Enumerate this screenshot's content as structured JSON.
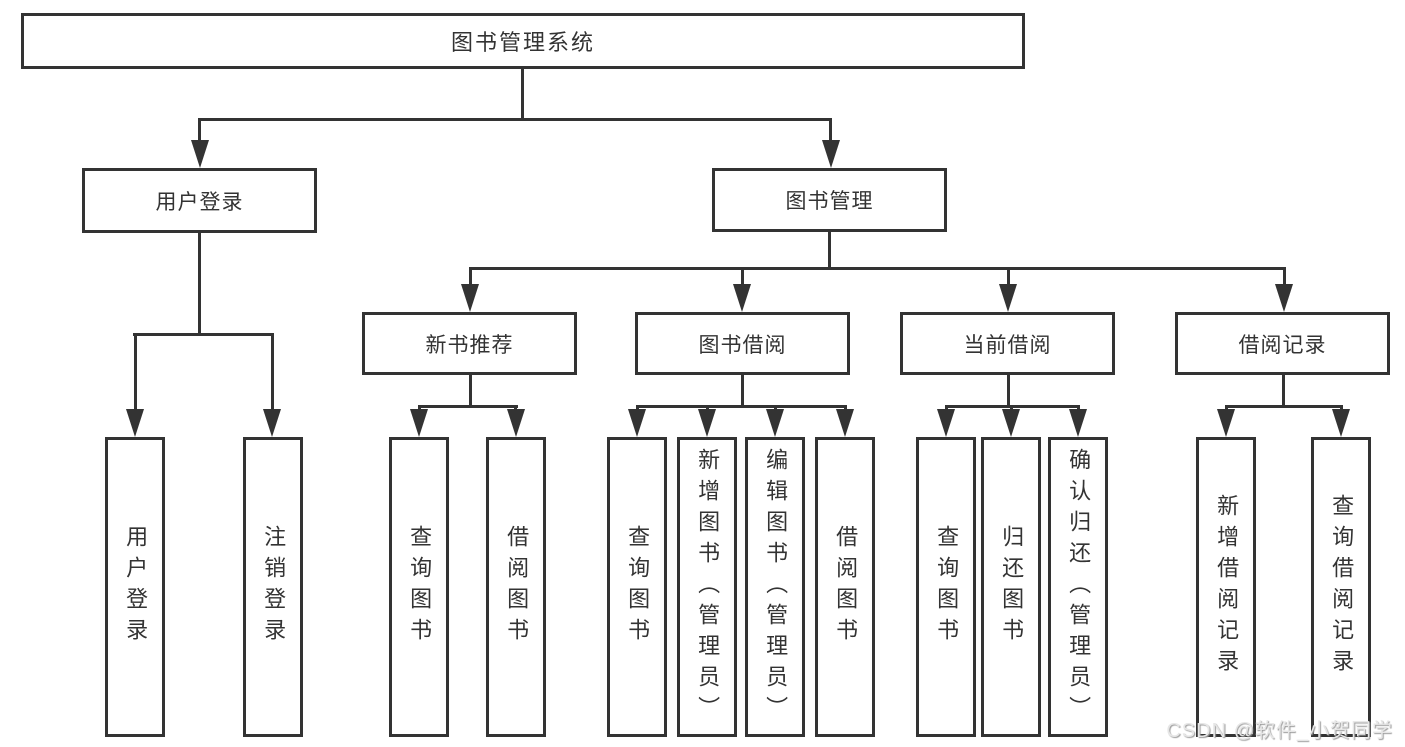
{
  "tree": {
    "root": {
      "label": "图书管理系统"
    },
    "branches": [
      {
        "label": "用户登录",
        "children": [
          {
            "label": "用户登录"
          },
          {
            "label": "注销登录"
          }
        ]
      },
      {
        "label": "图书管理",
        "children": [
          {
            "label": "新书推荐",
            "children": [
              {
                "label": "查询图书"
              },
              {
                "label": "借阅图书"
              }
            ]
          },
          {
            "label": "图书借阅",
            "children": [
              {
                "label": "查询图书"
              },
              {
                "label": "新增图书（管理员）"
              },
              {
                "label": "编辑图书（管理员）"
              },
              {
                "label": "借阅图书"
              }
            ]
          },
          {
            "label": "当前借阅",
            "children": [
              {
                "label": "查询图书"
              },
              {
                "label": "归还图书"
              },
              {
                "label": "确认归还（管理员）"
              }
            ]
          },
          {
            "label": "借阅记录",
            "children": [
              {
                "label": "新增借阅记录"
              },
              {
                "label": "查询借阅记录"
              }
            ]
          }
        ]
      }
    ]
  },
  "watermark": "CSDN @软件_小贺同学",
  "colors": {
    "line": "#333333",
    "text": "#333333",
    "background": "#ffffff",
    "watermark": "#e6e6e6"
  }
}
